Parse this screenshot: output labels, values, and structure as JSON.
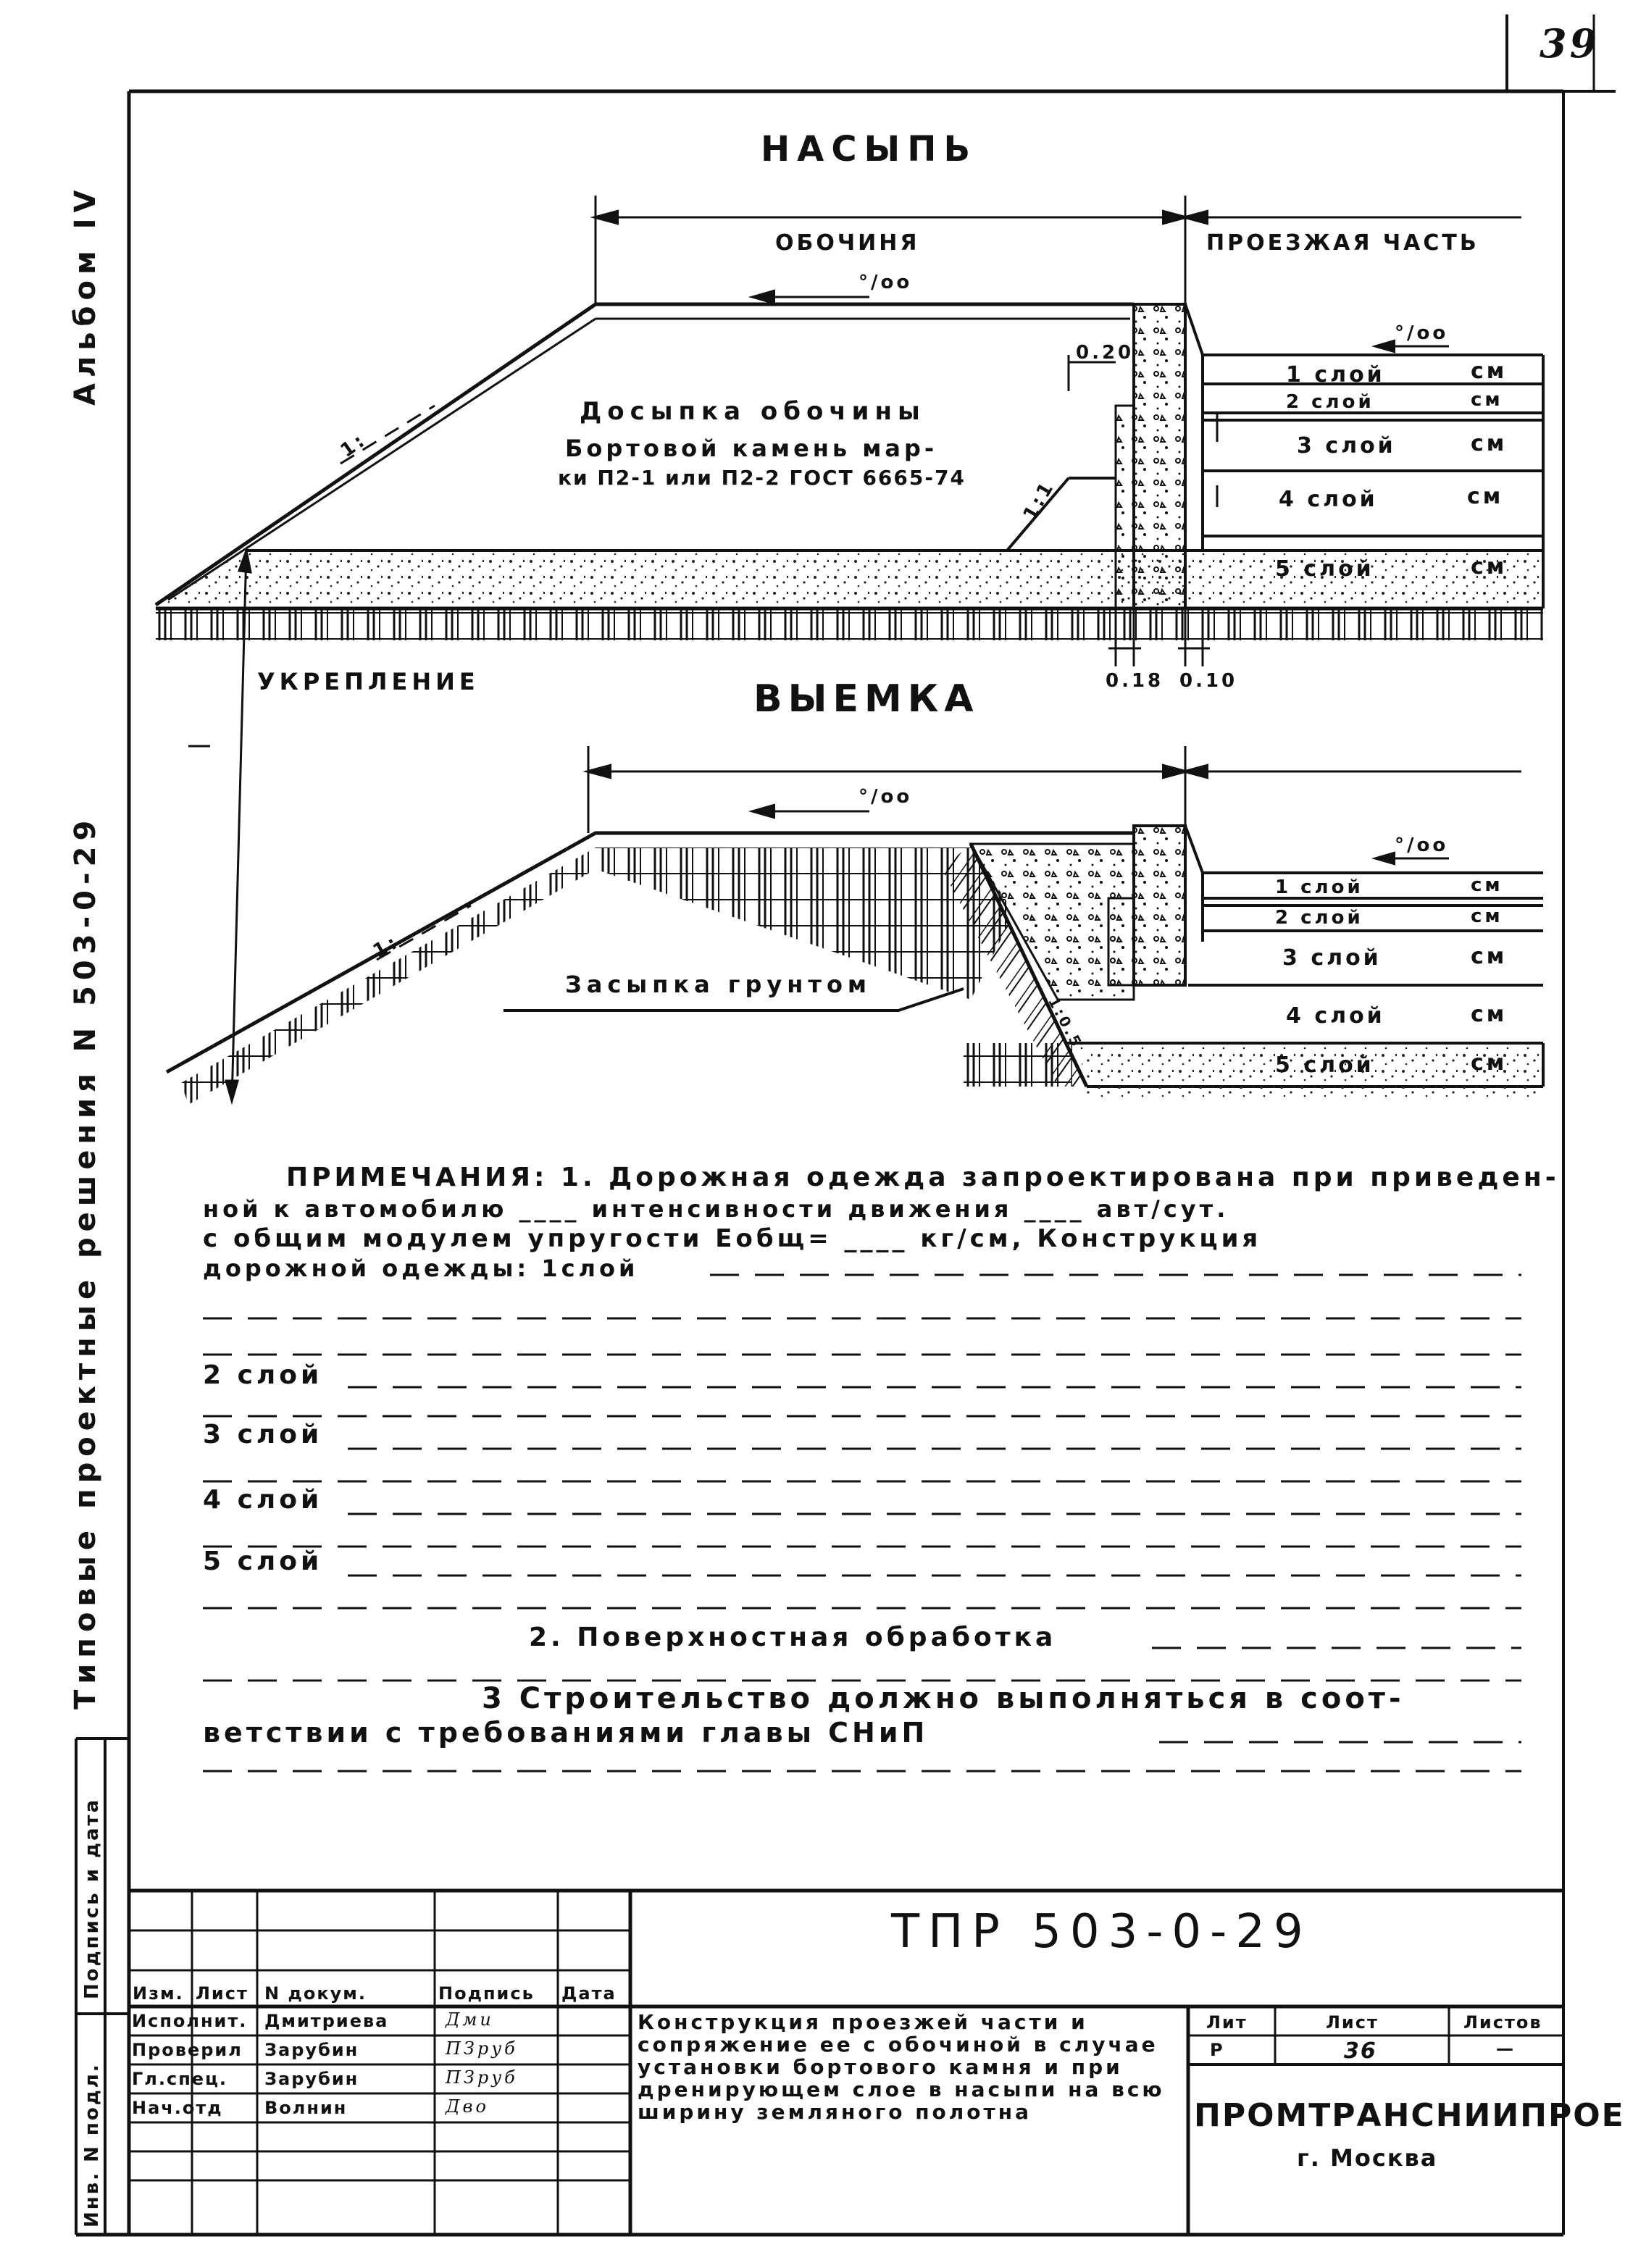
{
  "page": {
    "number": "39",
    "album": "Альбом IV",
    "series": "Типовые проектные решения N 503-0-29"
  },
  "section_embankment": {
    "title": "НАСЫПЬ",
    "shoulder": "ОБОЧИНЯ",
    "carriageway": "ПРОЕЗЖАЯ ЧАСТЬ",
    "slope_shoulder": "°/oo",
    "slope_carriageway": "°/oo",
    "slope_ratio": "1:",
    "fill_label": "Досыпка обочины",
    "curb_label_1": "Бортовой камень мар-",
    "curb_label_2": "ки П2-1 или П2-2 ГОСТ 6665-74",
    "dim_020": "0.20",
    "dim_018": "0.18",
    "dim_010": "0.10",
    "inner_slope": "1:1",
    "layers": [
      {
        "name": "1 слой",
        "unit": "см"
      },
      {
        "name": "2 слой",
        "unit": "см"
      },
      {
        "name": "3 слой",
        "unit": "см"
      },
      {
        "name": "4 слой",
        "unit": "см"
      },
      {
        "name": "5 слой",
        "unit": "см"
      }
    ]
  },
  "reinforcement_label": "УКРЕПЛЕНИЕ",
  "section_cut": {
    "title": "ВЫЕМКА",
    "slope_shoulder": "°/oo",
    "slope_carriageway": "°/oo",
    "slope_ratio": "1:",
    "backfill_label": "Засыпка грунтом",
    "inner_slope": "1:0.5",
    "layers": [
      {
        "name": "1 слой",
        "unit": "см"
      },
      {
        "name": "2 слой",
        "unit": "см"
      },
      {
        "name": "3 слой",
        "unit": "см"
      },
      {
        "name": "4 слой",
        "unit": "см"
      },
      {
        "name": "5 слой",
        "unit": "см"
      }
    ]
  },
  "notes": {
    "line1": "ПРИМЕЧАНИЯ: 1. Дорожная одежда запроектирована при приведен-",
    "line2": "ной к автомобилю ____ интенсивности движения ____ авт/сут.",
    "line3": "с общим модулем упругости Еобщ= ____ кг/см, Конструкция",
    "line4": "дорожной одежды: 1слой",
    "layer2": "2 слой",
    "layer3": "3 слой",
    "layer4": "4 слой",
    "layer5": "5 слой",
    "note2": "2. Поверхностная обработка",
    "note3a": "3 Строительство должно выполняться в соот-",
    "note3b": "ветствии с требованиями главы СНиП"
  },
  "side_stamp": {
    "signature_date": "Подпись и дата",
    "inventory": "Инв. N подл."
  },
  "title_block": {
    "code": "ТПР 503-0-29",
    "headers": {
      "izm": "Изм.",
      "list": "Лист",
      "doc": "N докум.",
      "sign": "Подпись",
      "date": "Дата"
    },
    "people": [
      {
        "role": "Исполнит.",
        "name": "Дмитриева",
        "sign": "Дми"
      },
      {
        "role": "Проверил",
        "name": "Зарубин",
        "sign": "ПЗруб"
      },
      {
        "role": "Гл.спец.",
        "name": "Зарубин",
        "sign": "ПЗруб"
      },
      {
        "role": "Нач.отд",
        "name": "Волнин",
        "sign": "Дво"
      }
    ],
    "description": "Конструкция проезжей части и сопряжение ее с обочиной в случае установки бортового камня и при дренирующем слое в насыпи на всю ширину земляного полотна",
    "stage_label": "Лит",
    "sheet_label": "Лист",
    "sheets_label": "Листов",
    "stage": "Р",
    "sheet": "36",
    "sheets": "—",
    "org": "ПРОМТРАНСНИИПРОЕКТ",
    "city": "г. Москва"
  }
}
